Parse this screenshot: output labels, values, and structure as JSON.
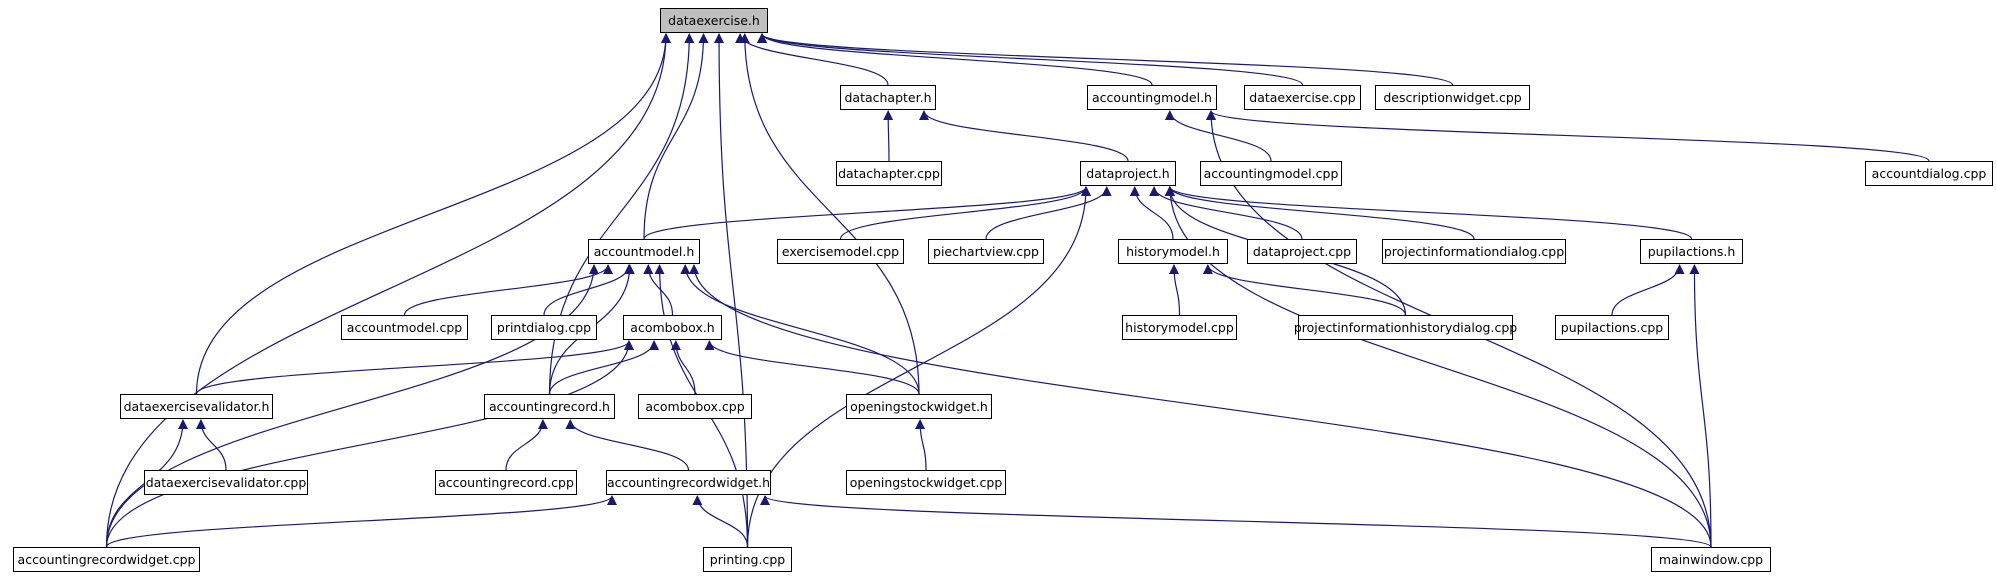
{
  "graph": {
    "nodes": [
      {
        "id": "dataexercise_h",
        "label": "dataexercise.h",
        "focus": true
      },
      {
        "id": "datachapter_h",
        "label": "datachapter.h"
      },
      {
        "id": "accountingmodel_h",
        "label": "accountingmodel.h"
      },
      {
        "id": "dataexercise_cpp",
        "label": "dataexercise.cpp"
      },
      {
        "id": "descriptionwidget_cpp",
        "label": "descriptionwidget.cpp"
      },
      {
        "id": "datachapter_cpp",
        "label": "datachapter.cpp"
      },
      {
        "id": "dataproject_h",
        "label": "dataproject.h"
      },
      {
        "id": "accountingmodel_cpp",
        "label": "accountingmodel.cpp"
      },
      {
        "id": "accountdialog_cpp",
        "label": "accountdialog.cpp"
      },
      {
        "id": "accountmodel_h",
        "label": "accountmodel.h"
      },
      {
        "id": "exercisemodel_cpp",
        "label": "exercisemodel.cpp"
      },
      {
        "id": "piechartview_cpp",
        "label": "piechartview.cpp"
      },
      {
        "id": "historymodel_h",
        "label": "historymodel.h"
      },
      {
        "id": "dataproject_cpp",
        "label": "dataproject.cpp"
      },
      {
        "id": "projectinformationdialog_cpp",
        "label": "projectinformationdialog.cpp"
      },
      {
        "id": "pupilactions_h",
        "label": "pupilactions.h"
      },
      {
        "id": "accountmodel_cpp",
        "label": "accountmodel.cpp"
      },
      {
        "id": "printdialog_cpp",
        "label": "printdialog.cpp"
      },
      {
        "id": "acombobox_h",
        "label": "acombobox.h"
      },
      {
        "id": "historymodel_cpp",
        "label": "historymodel.cpp"
      },
      {
        "id": "projectinformationhistorydialog_cpp",
        "label": "projectinformationhistorydialog.cpp"
      },
      {
        "id": "pupilactions_cpp",
        "label": "pupilactions.cpp"
      },
      {
        "id": "dataexercisevalidator_h",
        "label": "dataexercisevalidator.h"
      },
      {
        "id": "accountingrecord_h",
        "label": "accountingrecord.h"
      },
      {
        "id": "acombobox_cpp",
        "label": "acombobox.cpp"
      },
      {
        "id": "openingstockwidget_h",
        "label": "openingstockwidget.h"
      },
      {
        "id": "dataexercisevalidator_cpp",
        "label": "dataexercisevalidator.cpp"
      },
      {
        "id": "accountingrecord_cpp",
        "label": "accountingrecord.cpp"
      },
      {
        "id": "accountingrecordwidget_h",
        "label": "accountingrecordwidget.h"
      },
      {
        "id": "openingstockwidget_cpp",
        "label": "openingstockwidget.cpp"
      },
      {
        "id": "accountingrecordwidget_cpp",
        "label": "accountingrecordwidget.cpp"
      },
      {
        "id": "printing_cpp",
        "label": "printing.cpp"
      },
      {
        "id": "mainwindow_cpp",
        "label": "mainwindow.cpp"
      }
    ],
    "edges": [
      [
        "dataexercise_h",
        "datachapter_h"
      ],
      [
        "dataexercise_h",
        "accountingmodel_h"
      ],
      [
        "dataexercise_h",
        "dataexercise_cpp"
      ],
      [
        "dataexercise_h",
        "descriptionwidget_cpp"
      ],
      [
        "dataexercise_h",
        "accountmodel_h"
      ],
      [
        "dataexercise_h",
        "openingstockwidget_h"
      ],
      [
        "dataexercise_h",
        "accountingrecord_h"
      ],
      [
        "dataexercise_h",
        "dataexercisevalidator_h"
      ],
      [
        "dataexercise_h",
        "accountingrecordwidget_cpp"
      ],
      [
        "dataexercise_h",
        "printing_cpp"
      ],
      [
        "datachapter_h",
        "datachapter_cpp"
      ],
      [
        "datachapter_h",
        "dataproject_h"
      ],
      [
        "accountingmodel_h",
        "accountingmodel_cpp"
      ],
      [
        "accountingmodel_h",
        "accountdialog_cpp"
      ],
      [
        "accountingmodel_h",
        "mainwindow_cpp"
      ],
      [
        "dataproject_h",
        "accountmodel_h"
      ],
      [
        "dataproject_h",
        "exercisemodel_cpp"
      ],
      [
        "dataproject_h",
        "piechartview_cpp"
      ],
      [
        "dataproject_h",
        "historymodel_h"
      ],
      [
        "dataproject_h",
        "dataproject_cpp"
      ],
      [
        "dataproject_h",
        "projectinformationdialog_cpp"
      ],
      [
        "dataproject_h",
        "pupilactions_h"
      ],
      [
        "dataproject_h",
        "projectinformationhistorydialog_cpp"
      ],
      [
        "dataproject_h",
        "printing_cpp"
      ],
      [
        "dataproject_h",
        "mainwindow_cpp"
      ],
      [
        "accountmodel_h",
        "accountmodel_cpp"
      ],
      [
        "accountmodel_h",
        "printdialog_cpp"
      ],
      [
        "accountmodel_h",
        "acombobox_h"
      ],
      [
        "accountmodel_h",
        "accountingrecord_h"
      ],
      [
        "accountmodel_h",
        "openingstockwidget_h"
      ],
      [
        "accountmodel_h",
        "accountingrecordwidget_cpp"
      ],
      [
        "accountmodel_h",
        "printing_cpp"
      ],
      [
        "accountmodel_h",
        "mainwindow_cpp"
      ],
      [
        "historymodel_h",
        "historymodel_cpp"
      ],
      [
        "historymodel_h",
        "projectinformationhistorydialog_cpp"
      ],
      [
        "pupilactions_h",
        "pupilactions_cpp"
      ],
      [
        "pupilactions_h",
        "mainwindow_cpp"
      ],
      [
        "acombobox_h",
        "dataexercisevalidator_h"
      ],
      [
        "acombobox_h",
        "accountingrecord_h"
      ],
      [
        "acombobox_h",
        "acombobox_cpp"
      ],
      [
        "acombobox_h",
        "openingstockwidget_h"
      ],
      [
        "acombobox_h",
        "accountingrecordwidget_cpp"
      ],
      [
        "dataexercisevalidator_h",
        "dataexercisevalidator_cpp"
      ],
      [
        "dataexercisevalidator_h",
        "accountingrecordwidget_cpp"
      ],
      [
        "accountingrecord_h",
        "accountingrecord_cpp"
      ],
      [
        "accountingrecord_h",
        "accountingrecordwidget_h"
      ],
      [
        "openingstockwidget_h",
        "openingstockwidget_cpp"
      ],
      [
        "accountingrecordwidget_h",
        "accountingrecordwidget_cpp"
      ],
      [
        "accountingrecordwidget_h",
        "printing_cpp"
      ],
      [
        "accountingrecordwidget_h",
        "mainwindow_cpp"
      ]
    ],
    "colors": {
      "edge": "#191970",
      "focus_fill": "#bfbfbf",
      "node_border": "#000000"
    }
  }
}
